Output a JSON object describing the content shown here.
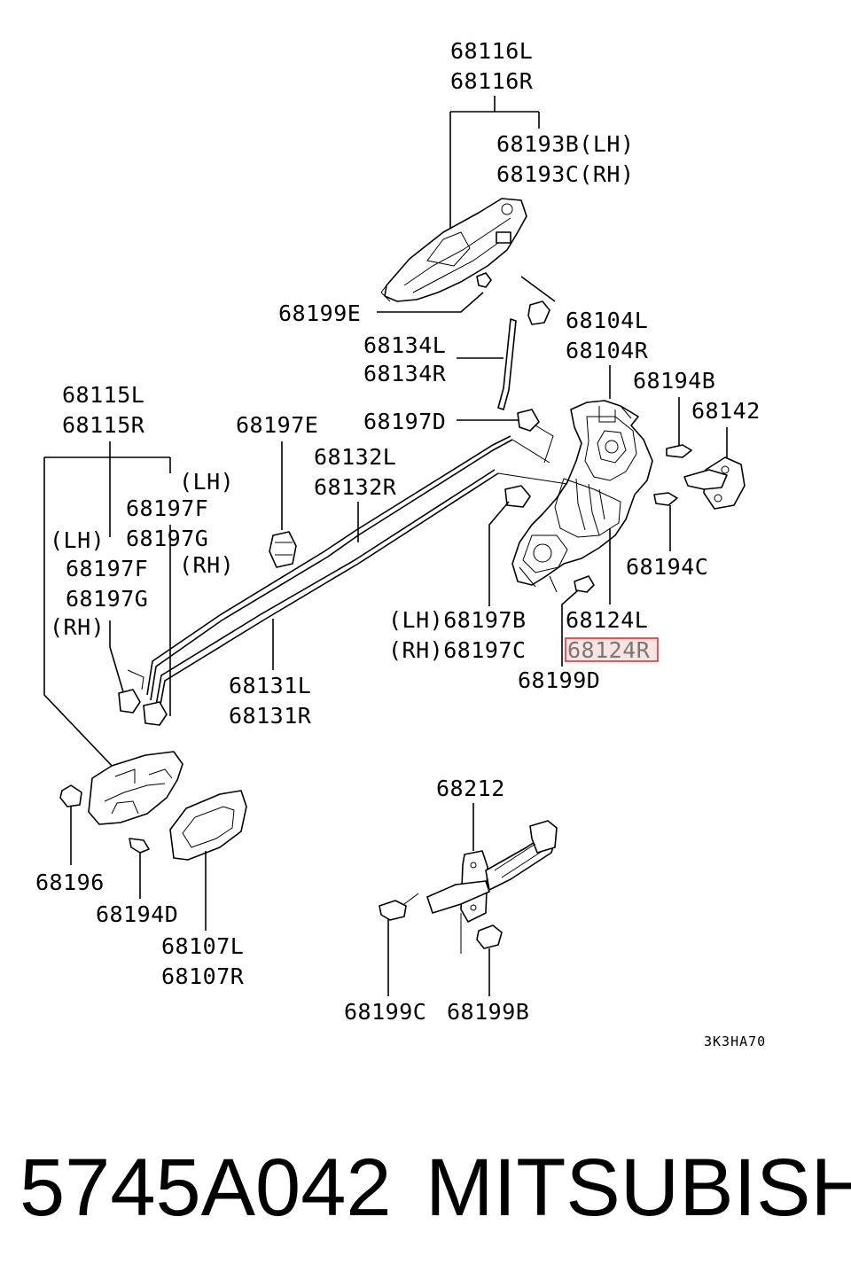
{
  "labels": {
    "p68116L": "68116L",
    "p68116R": "68116R",
    "p68193B": "68193B(LH)",
    "p68193C": "68193C(RH)",
    "p68199E": "68199E",
    "p68104L": "68104L",
    "p68104R": "68104R",
    "p68134L": "68134L",
    "p68134R": "68134R",
    "p68115L": "68115L",
    "p68115R": "68115R",
    "p68197E": "68197E",
    "p68197D": "68197D",
    "p68194B": "68194B",
    "p68142": "68142",
    "p68132L": "68132L",
    "p68132R": "68132R",
    "lhA": "(LH)",
    "p68197F_a": "68197F",
    "p68197G_a": "68197G",
    "rhA": "(RH)",
    "lhB": "(LH)",
    "p68197F_b": "68197F",
    "p68197G_b": "68197G",
    "rhB": "(RH)",
    "p68194C": "68194C",
    "p68197B": "(LH)68197B",
    "p68197C": "(RH)68197C",
    "p68124L": "68124L",
    "p68124R": "68124R",
    "p68199D": "68199D",
    "p68131L": "68131L",
    "p68131R": "68131R",
    "p68212": "68212",
    "p68196": "68196",
    "p68194D": "68194D",
    "p68107L": "68107L",
    "p68107R": "68107R",
    "p68199C": "68199C",
    "p68199B": "68199B",
    "diagram_code": "3K3HA70"
  },
  "highlight": {
    "label": "68124R",
    "color": "#e03030"
  },
  "footer": {
    "part_number": "5745A042",
    "brand": "MITSUBISHI"
  }
}
